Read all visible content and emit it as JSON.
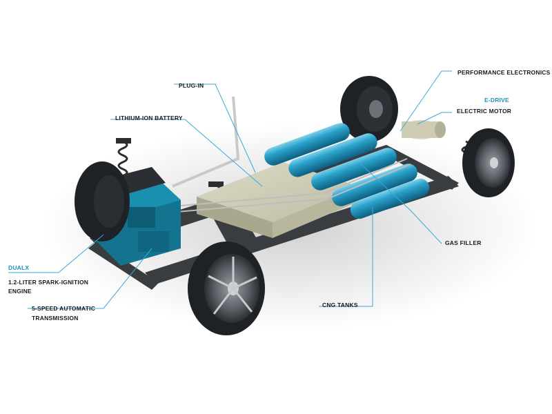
{
  "colors": {
    "accent": "#1f8fc0",
    "callout_line": "#3aa9d6",
    "tank": "#1c8fb8",
    "battery": "#c8c7ae",
    "engine": "#14738f",
    "chassis": "#3a3d40",
    "tire": "#1e2226"
  },
  "labels": {
    "performance_electronics": "PERFORMANCE ELECTRONICS",
    "plug_in": "PLUG-IN",
    "e_drive": "E-DRIVE",
    "electric_motor": "ELECTRIC MOTOR",
    "lithium_ion_battery": "LITHIUM-ION BATTERY",
    "gas_filler": "GAS FILLER",
    "dualx": "DUALX",
    "engine_line1": "1.2-LITER SPARK-IGNITION",
    "engine_line2": "ENGINE",
    "transmission_line1": "5-SPEED AUTOMATIC",
    "transmission_line2": "TRANSMISSION",
    "cng_tanks": "CNG TANKS"
  }
}
